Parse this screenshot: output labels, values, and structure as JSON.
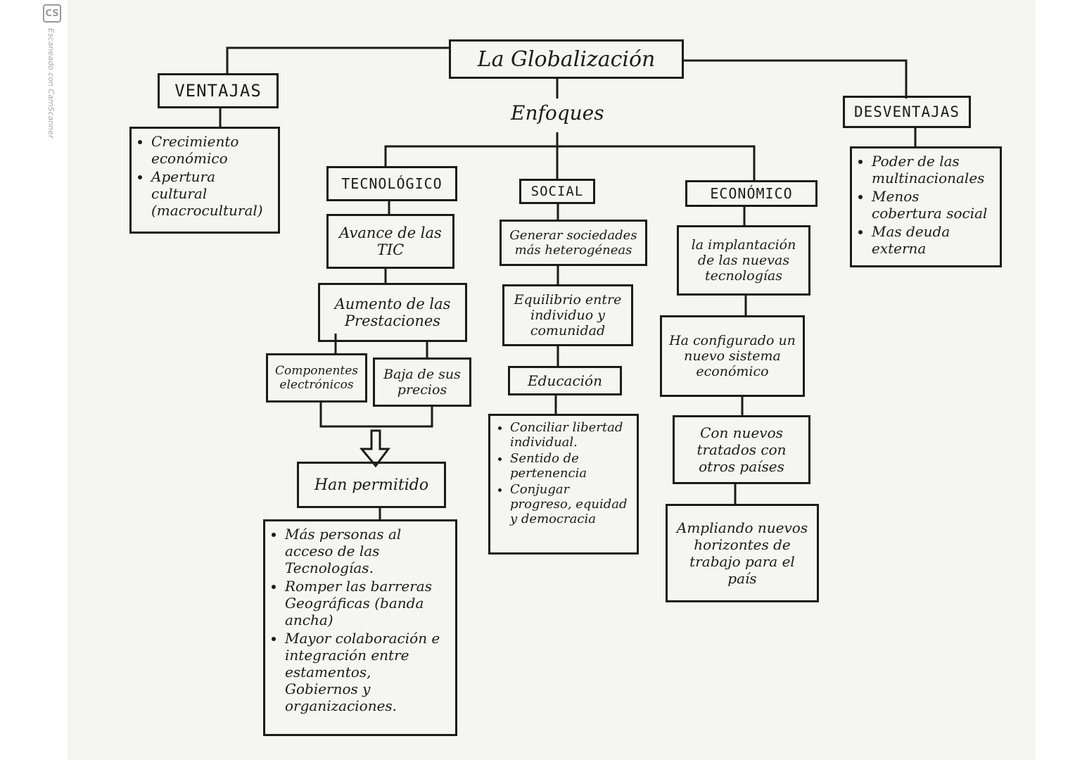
{
  "watermark": {
    "badge": "CS",
    "text": "Escaneado con CamScanner"
  },
  "title": "La Globalización",
  "enfoques": "Enfoques",
  "ventajas": {
    "header": "VENTAJAS",
    "items": [
      "Crecimiento económico",
      "Apertura cultural (macrocultural)"
    ]
  },
  "desventajas": {
    "header": "DESVENTAJAS",
    "items": [
      "Poder de las multinacionales",
      "Menos cobertura social",
      "Mas deuda externa"
    ]
  },
  "tecnologico": {
    "header": "TECNOLÓGICO",
    "avance": "Avance de las TIC",
    "aumento": "Aumento de las Prestaciones",
    "componentes": "Componentes electrónicos",
    "baja": "Baja de sus precios",
    "permitido": "Han permitido",
    "items": [
      "Más personas al acceso de las Tecnologías.",
      "Romper las barreras Geográficas (banda ancha)",
      "Mayor colaboración e integración entre estamentos, Gobiernos y organizaciones."
    ]
  },
  "social": {
    "header": "SOCIAL",
    "generar": "Generar sociedades más heterogéneas",
    "equilibrio": "Equilibrio entre individuo y comunidad",
    "educacion": "Educación",
    "items": [
      "Conciliar libertad individual.",
      "Sentido de pertenencia",
      "Conjugar progreso, equidad y democracia"
    ]
  },
  "economico": {
    "header": "ECONÓMICO",
    "implantacion": "la implantación de las nuevas tecnologías",
    "configurado": "Ha configurado un nuevo sistema económico",
    "tratados": "Con nuevos tratados con otros países",
    "ampliando": "Ampliando nuevos horizontes de trabajo para el país"
  }
}
